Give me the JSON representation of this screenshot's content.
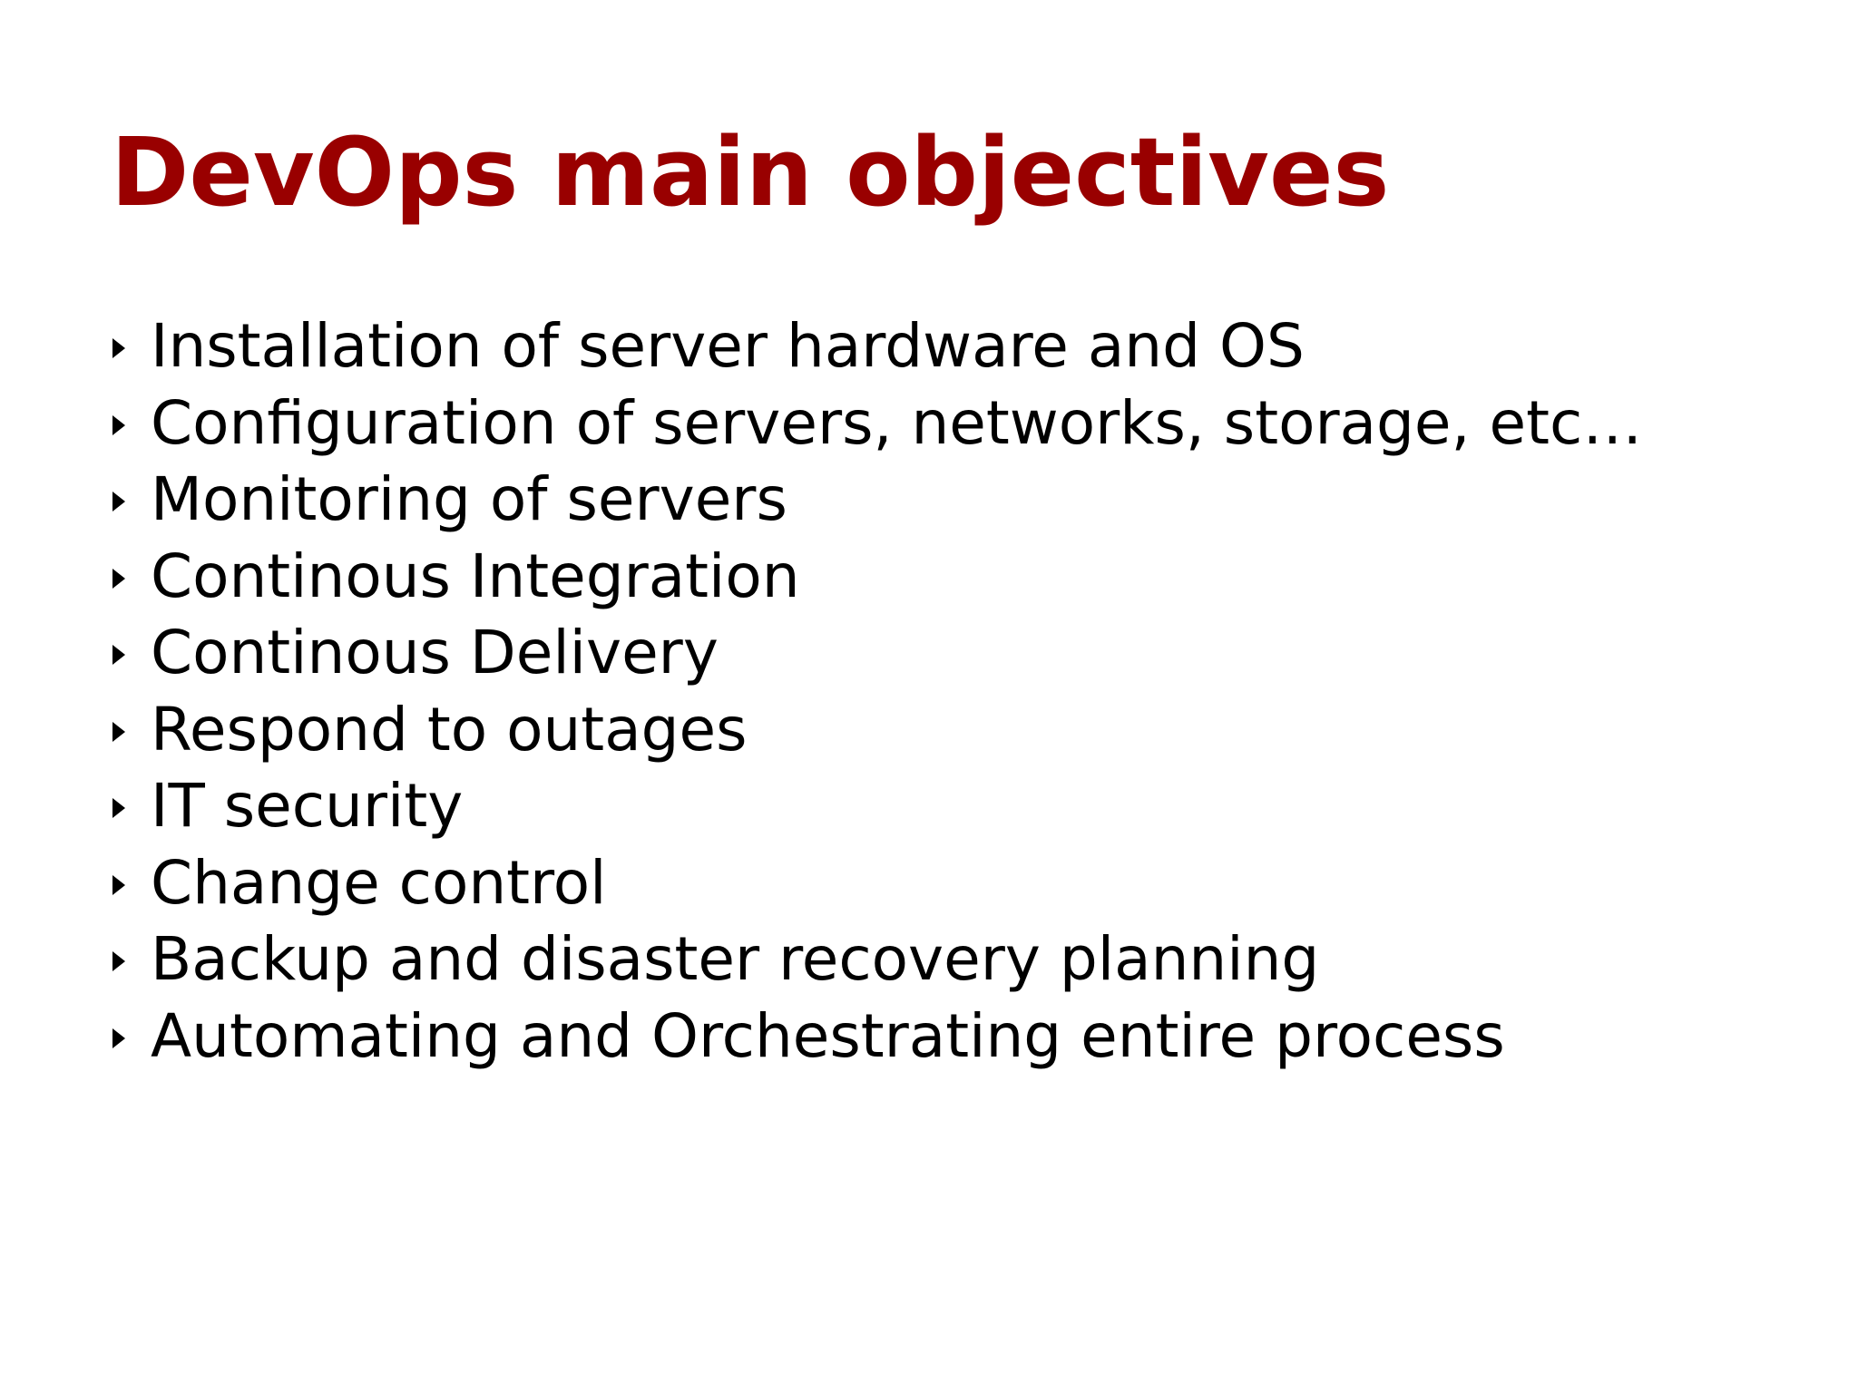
{
  "slide": {
    "title": "DevOps main objectives",
    "title_color": "#990000",
    "bullet_icon": "triangle-right-icon",
    "items": [
      "Installation of server hardware and OS",
      "Configuration of servers, networks, storage, etc…",
      "Monitoring of servers",
      "Continous Integration",
      "Continous Delivery",
      "Respond to outages",
      "IT security",
      "Change control",
      "Backup and disaster recovery planning",
      "Automating and Orchestrating entire process"
    ]
  }
}
